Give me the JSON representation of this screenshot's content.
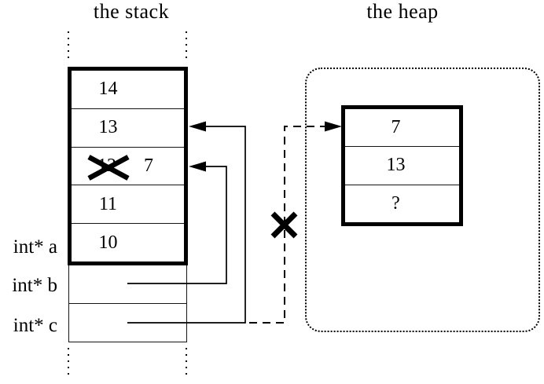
{
  "stack": {
    "title": "the stack",
    "cells": [
      {
        "value": "14"
      },
      {
        "value": "13"
      },
      {
        "value": "12",
        "crossed_out": true,
        "new_value": "7"
      },
      {
        "value": "11"
      },
      {
        "value": "10"
      }
    ],
    "pointer_labels": [
      "int* a",
      "int* b",
      "int* c"
    ]
  },
  "heap": {
    "title": "the heap",
    "cells": [
      {
        "value": "7"
      },
      {
        "value": "13"
      },
      {
        "value": "?"
      }
    ]
  },
  "connections": [
    {
      "from": "int* b",
      "to": "stack cell with 7 (was 12)",
      "style": "solid-arrow"
    },
    {
      "from": "int* c",
      "to": "stack cell with 13",
      "style": "solid-arrow"
    },
    {
      "from": "int* c",
      "to": "heap cell with 7",
      "style": "dashed-arrow",
      "crossed_out": true
    }
  ],
  "colors": {
    "foreground": "#000000",
    "background": "#ffffff"
  }
}
